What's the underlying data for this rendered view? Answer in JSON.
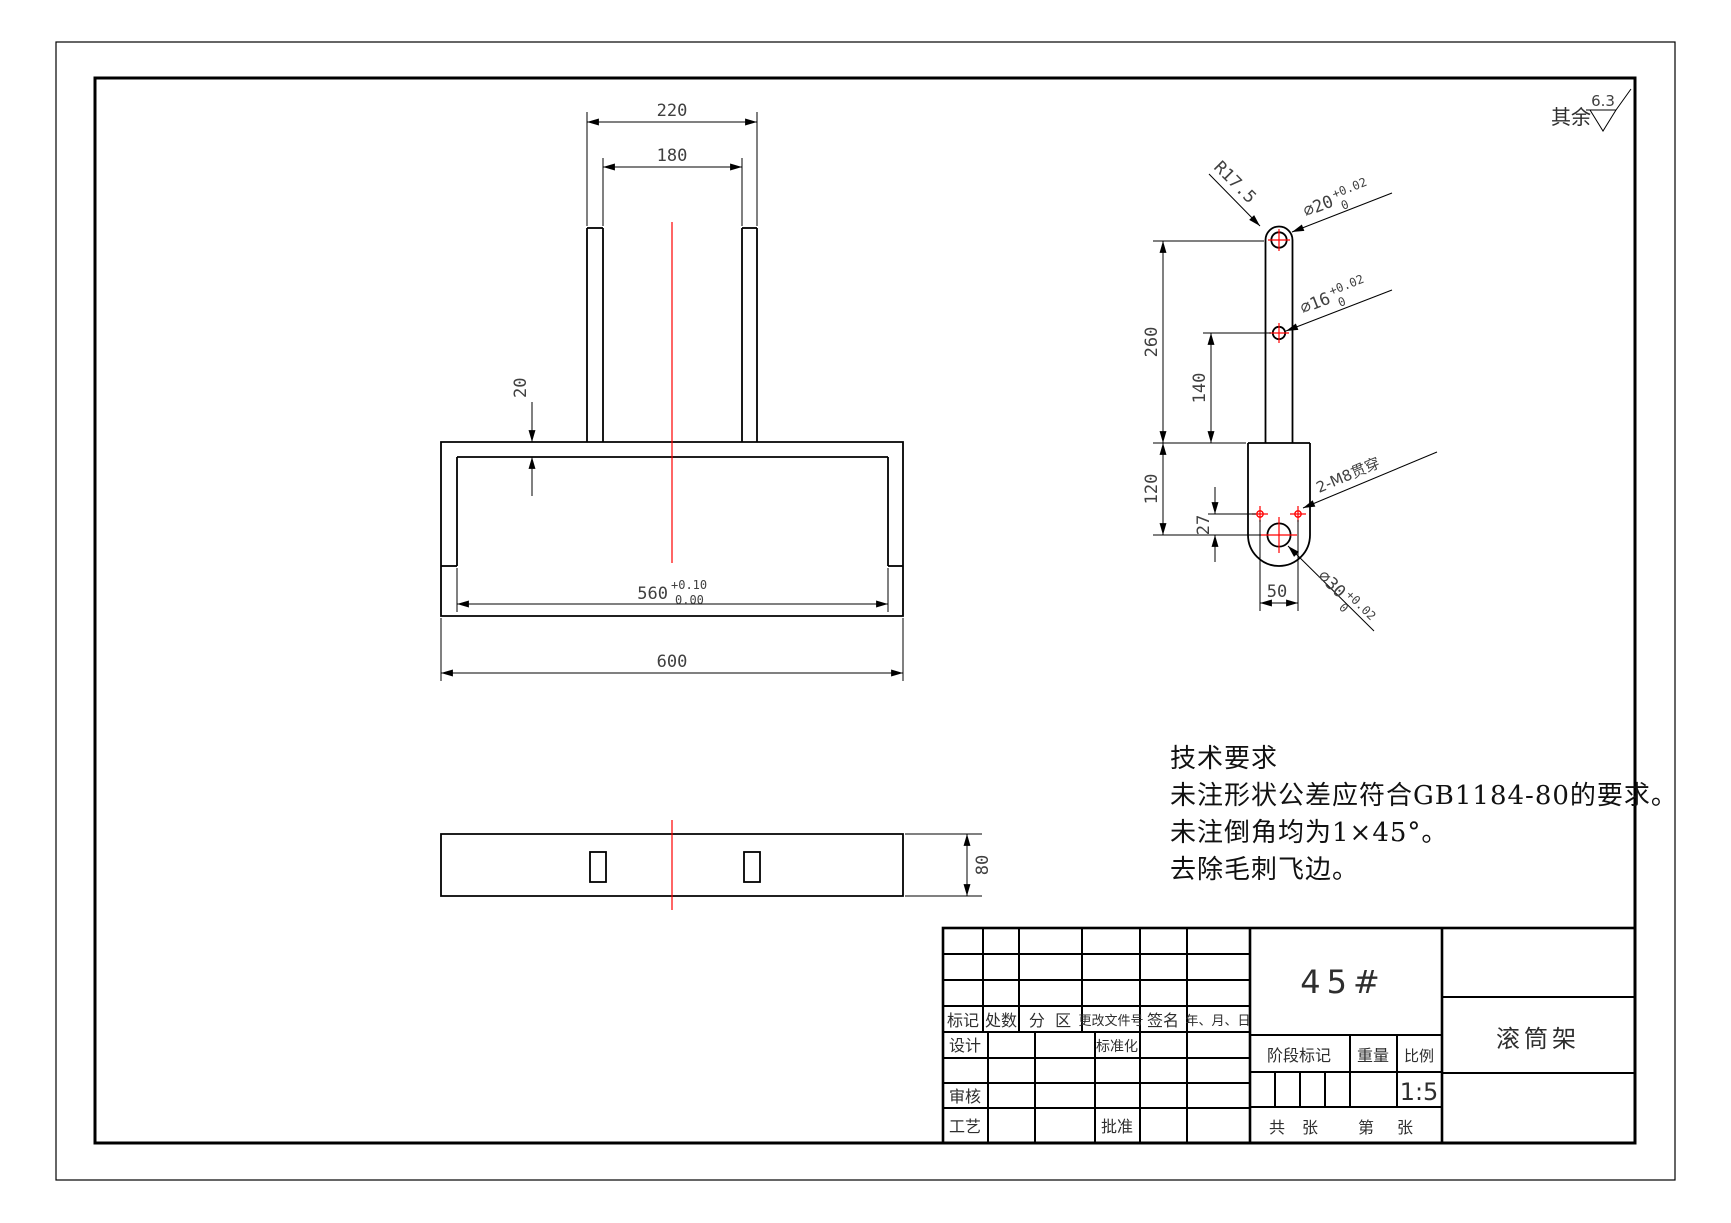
{
  "roughness": {
    "prefix": "其余",
    "value": "6.3"
  },
  "front_view": {
    "dim_220": "220",
    "dim_180": "180",
    "dim_20": "20",
    "dim_560": "560",
    "dim_560_tol_up": "+0.10",
    "dim_560_tol_low": "0.00",
    "dim_600": "600"
  },
  "side_view": {
    "radius": "R17.5",
    "d20": "⌀20",
    "d20_tol_up": "+0.02",
    "d20_tol_low": "0",
    "d16": "⌀16",
    "d16_tol_up": "+0.02",
    "d16_tol_low": "0",
    "d30": "⌀30",
    "d30_tol_up": "+0.02",
    "d30_tol_low": "0",
    "m8_note": "2-M8贯穿",
    "dim_260": "260",
    "dim_140": "140",
    "dim_120": "120",
    "dim_27": "27",
    "dim_50": "50"
  },
  "bottom_view": {
    "dim_80": "80"
  },
  "tech_requirements": {
    "title": "技术要求",
    "line1": "未注形状公差应符合GB1184-80的要求。",
    "line2": "未注倒角均为1×45°。",
    "line3": "去除毛刺飞边。"
  },
  "title_block": {
    "col_mark": "标记",
    "col_count": "处数",
    "col_zone": "分  区",
    "col_doc": "更改文件号",
    "col_sign": "签名",
    "col_date": "年、月、日",
    "design": "设计",
    "standardize": "标准化",
    "audit": "审核",
    "process": "工艺",
    "approve": "批准",
    "material": "45#",
    "part_name": "滚筒架",
    "stage": "阶段标记",
    "weight": "重量",
    "scale_label": "比例",
    "scale_value": "1:5",
    "total_label": "共",
    "total_unit": "张",
    "no_label": "第",
    "no_unit": "张"
  },
  "colors": {
    "outline": "#000000",
    "centerline": "#ff0000",
    "dim_text": "#404040"
  }
}
